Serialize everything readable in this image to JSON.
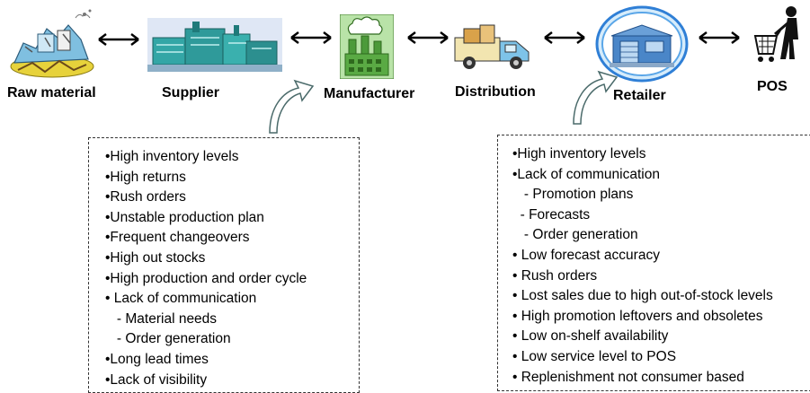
{
  "colors": {
    "arrow": "#000000",
    "curve_fill": "#ffffff",
    "curve_stroke": "#4a6a6a",
    "accent_blue": "#2f7fd6",
    "factory_green": "#4c9a3a"
  },
  "stages": [
    {
      "label": "Raw material",
      "icon": "landfill-icon"
    },
    {
      "label": "Supplier",
      "icon": "plant-icon"
    },
    {
      "label": "Manufacturer",
      "icon": "factory-icon"
    },
    {
      "label": "Distribution",
      "icon": "truck-icon"
    },
    {
      "label": "Retailer",
      "icon": "store-icon"
    },
    {
      "label": "POS",
      "icon": "shopper-icon"
    }
  ],
  "manufacturer_issues": [
    "•High inventory levels",
    "•High returns",
    "•Rush orders",
    "•Unstable production plan",
    "•Frequent changeovers",
    "•High out stocks",
    "•High production and order cycle",
    "• Lack of communication",
    "   - Material needs",
    "   - Order generation",
    "•Long lead times",
    "•Lack of visibility"
  ],
  "retailer_issues": [
    "•High inventory levels",
    "•Lack of communication",
    "   - Promotion plans",
    "  - Forecasts",
    "   - Order generation",
    "• Low forecast accuracy",
    "• Rush orders",
    "• Lost sales due to high out-of-stock levels",
    "• High promotion leftovers and obsoletes",
    "• Low on-shelf availability",
    "• Low service level to POS",
    "• Replenishment not consumer based"
  ]
}
